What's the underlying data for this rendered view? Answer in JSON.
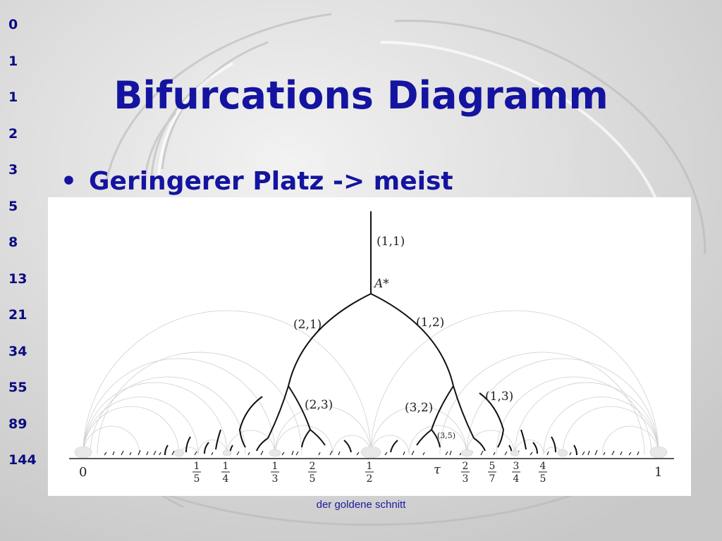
{
  "slide": {
    "title": "Bifurcations Diagramm",
    "bullet": "Geringerer Platz -> meist Fibonaccispiralen",
    "caption": "der goldene schnitt",
    "fibonacci": [
      "0",
      "1",
      "1",
      "2",
      "3",
      "5",
      "8",
      "13",
      "21",
      "34",
      "55",
      "89",
      "144"
    ],
    "colors": {
      "text_blue": "#1414a0",
      "background": "#dcdcdc",
      "diagram_bg": "#ffffff"
    }
  },
  "diagram": {
    "labels": {
      "top": "(1,1)",
      "attractor": "A*",
      "left_branch": "(2,1)",
      "right_branch": "(1,2)",
      "l2": "(2,3)",
      "r2": "(3,2)",
      "r3": "(1,3)",
      "small": "(3,5)"
    },
    "axis": {
      "zero": "0",
      "one": "1",
      "tau": "τ",
      "fractions": [
        {
          "num": "1",
          "den": "5"
        },
        {
          "num": "1",
          "den": "4"
        },
        {
          "num": "1",
          "den": "3"
        },
        {
          "num": "2",
          "den": "5"
        },
        {
          "num": "1",
          "den": "2"
        },
        {
          "num": "2",
          "den": "3"
        },
        {
          "num": "5",
          "den": "7"
        },
        {
          "num": "3",
          "den": "4"
        },
        {
          "num": "4",
          "den": "5"
        }
      ]
    }
  }
}
